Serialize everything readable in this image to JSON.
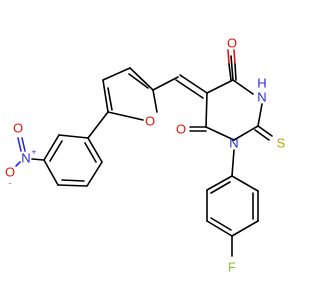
{
  "colors": {
    "carbon_bond": "#000000",
    "oxygen": "#e8140c",
    "nitrogen": "#2a2ad6",
    "sulfur": "#b8a400",
    "fluorine": "#86c233"
  },
  "atoms": {
    "carbonyl_o_top": "O",
    "carbonyl_o_left": "O",
    "nh_n": "N",
    "nh_h": "H",
    "thione_s": "S",
    "ring_n": "N",
    "furan_o": "O",
    "nitro_n": "N",
    "nitro_n_charge": "+",
    "nitro_o_left": "O",
    "nitro_o_left_charge": "-",
    "nitro_o_top": "O",
    "fluorine": "F"
  }
}
